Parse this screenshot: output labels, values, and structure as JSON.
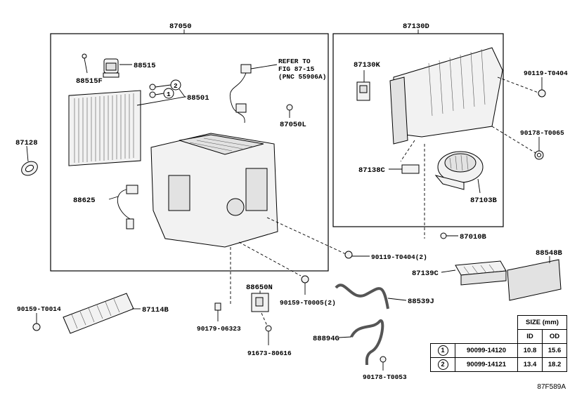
{
  "labels": {
    "p87050": "87050",
    "p87130d": "87130D",
    "p88515": "88515",
    "p88515f": "88515F",
    "refer1": "REFER TO",
    "refer2": "FIG 87-15",
    "refer3": "(PNC 55906A)",
    "p88501": "88501",
    "p87050l": "87050L",
    "p87128": "87128",
    "p88625": "88625",
    "p87130k": "87130K",
    "p90119a": "90119-T0404",
    "p90178a": "90178-T0065",
    "p87138c": "87138C",
    "p87103b": "87103B",
    "p87010b": "87010B",
    "p90119b": "90119-T0404(2)",
    "p88548b": "88548B",
    "p87139c": "87139C",
    "p88650n": "88650N",
    "p90159b": "90159-T0005(2)",
    "p88539j": "88539J",
    "p90159a": "90159-T0014",
    "p87114b": "87114B",
    "p90179": "90179-06323",
    "p91673": "91673-80616",
    "p88894g": "88894G",
    "p90178b": "90178-T0053",
    "callout1": "1",
    "callout2": "2"
  },
  "size_table": {
    "title": "SIZE (mm)",
    "col_id": "ID",
    "col_od": "OD",
    "rows": [
      {
        "ref": "1",
        "part": "90099-14120",
        "id": "10.8",
        "od": "15.6"
      },
      {
        "ref": "2",
        "part": "90099-14121",
        "id": "13.4",
        "od": "18.2"
      }
    ]
  },
  "figure_code": "87F589A"
}
